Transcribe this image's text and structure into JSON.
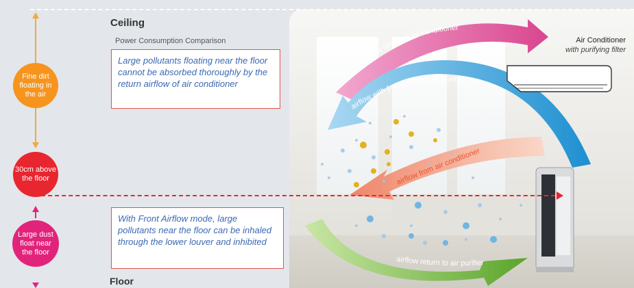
{
  "heights": {
    "top_circle": "Fine dirt floating in the air",
    "mid_circle": "30cm above the floor",
    "bottom_circle": "Large dust float near the floor"
  },
  "labels": {
    "ceiling": "Ceiling",
    "floor": "Floor",
    "subtitle": "Power Consumption Comparison"
  },
  "callouts": {
    "top": "Large pollutants floating near the floor cannot be absorbed thoroughly by the return airflow of air conditioner",
    "bottom": "With Front Airflow mode, large pollutants near the floor can be inhaled through the lower louver and inhibited"
  },
  "air_conditioner": {
    "title": "Air Conditioner",
    "subtitle": "with purifying filter"
  },
  "airflows": {
    "return_ac": "airflow return to air conditioner",
    "nanoe": "airflow with [nanoe] from air purifier",
    "from_ac": "airflow from air conditioner",
    "return_purifier": "airflow return to air purifier"
  },
  "colors": {
    "orange": "#f7941d",
    "red": "#e8262f",
    "magenta": "#e2237c",
    "blue": "#2aa4df",
    "green": "#7cc03f",
    "pink": "#e16ab0",
    "salmon": "#f28b6e"
  }
}
